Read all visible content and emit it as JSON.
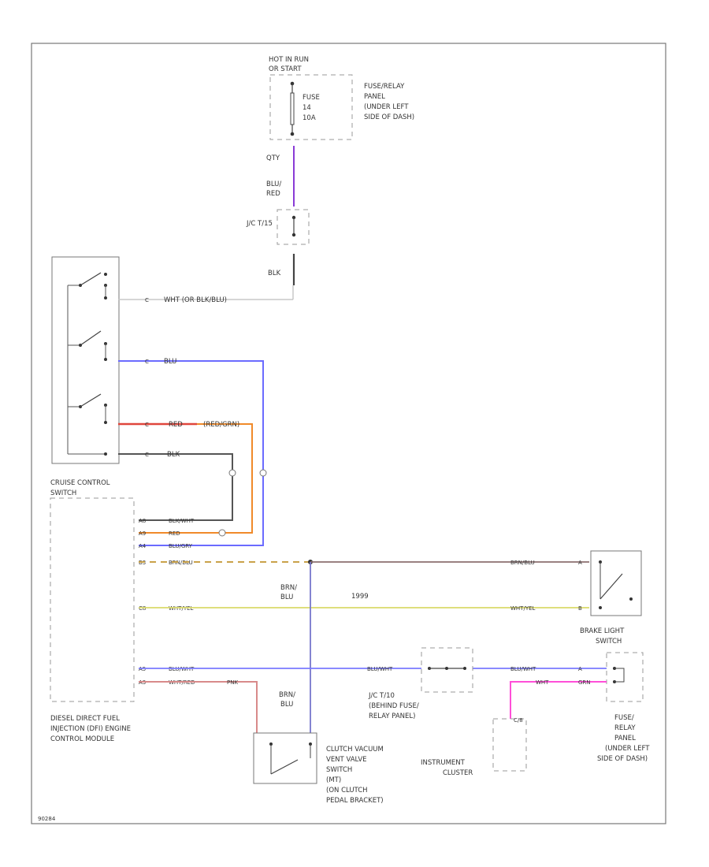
{
  "colors": {
    "violet": "#8a3bd6",
    "blue": "#6b6bff",
    "red": "#e0463c",
    "orange": "#f08a2a",
    "black": "#444444",
    "white": "#bdbdbd",
    "brown_yellow": "#c9a24a",
    "brown_blue": "#8b6f6f",
    "white_yellow": "#d9d96a",
    "blue_white": "#7a7aff",
    "pink": "#ff4fd8",
    "white_red": "#d88a8a",
    "brown_blue_vertical": "#7777cc"
  },
  "top_fuse": {
    "header": [
      "HOT IN RUN",
      "OR START"
    ],
    "fuse": [
      "FUSE",
      "14",
      "10A"
    ],
    "panel": [
      "FUSE/RELAY",
      "PANEL",
      "(UNDER LEFT",
      "SIDE OF DASH)"
    ]
  },
  "wires_top": {
    "qty": "QTY",
    "blu_red": [
      "BLU/",
      "RED"
    ],
    "jct": "J/C T/15",
    "blk": "BLK"
  },
  "switch_wires": {
    "wht": "WHT (OR BLK/BLU)",
    "blu": "BLU",
    "red": "RED",
    "red_green": "(RED/GRN)",
    "blk": "BLK"
  },
  "module": {
    "title": [
      "CRUISE CONTROL",
      "SWITCH"
    ],
    "name": [
      "DIESEL DIRECT FUEL",
      "INJECTION (DFI) ENGINE",
      "CONTROL MODULE"
    ],
    "pins": [
      {
        "pin": "A8",
        "wire": "BLK/WHT"
      },
      {
        "pin": "A9",
        "wire": "RED"
      },
      {
        "pin": "A4",
        "wire": "BLU/GRY"
      },
      {
        "pin": "B3",
        "wire": "BRN/BLU"
      },
      {
        "pin": "C8",
        "wire": "WHT/YEL"
      },
      {
        "pin": "A5",
        "wire": "BLU/WHT"
      },
      {
        "pin": "A3",
        "wire": "WHT/RED"
      }
    ]
  },
  "brake": {
    "wire_top": "BRN/BLU",
    "wire_mid": "WHT/YEL",
    "label": [
      "BRAKE LIGHT",
      "SWITCH"
    ],
    "tag": "1999"
  },
  "brn_blu": [
    "BRN/",
    "BLU"
  ],
  "jct2": [
    "J/C T/10",
    "(BEHIND FUSE/",
    "RELAY PANEL)"
  ],
  "blu_wht_labels": [
    "BLU/WHT",
    "BLU/WHT"
  ],
  "wht_red_labels": [
    "WHT",
    "GRN",
    "PNK"
  ],
  "clutch": [
    "CLUTCH VACUUM",
    "VENT VALVE",
    "SWITCH",
    "(MT)",
    "(ON CLUTCH",
    "PEDAL BRACKET)"
  ],
  "cluster": {
    "pin": "C/8",
    "label": [
      "INSTRUMENT",
      "CLUSTER"
    ]
  },
  "bottom_fuse": [
    "FUSE/",
    "RELAY",
    "PANEL",
    "(UNDER LEFT",
    "SIDE OF DASH)"
  ],
  "footer_code": "90284"
}
